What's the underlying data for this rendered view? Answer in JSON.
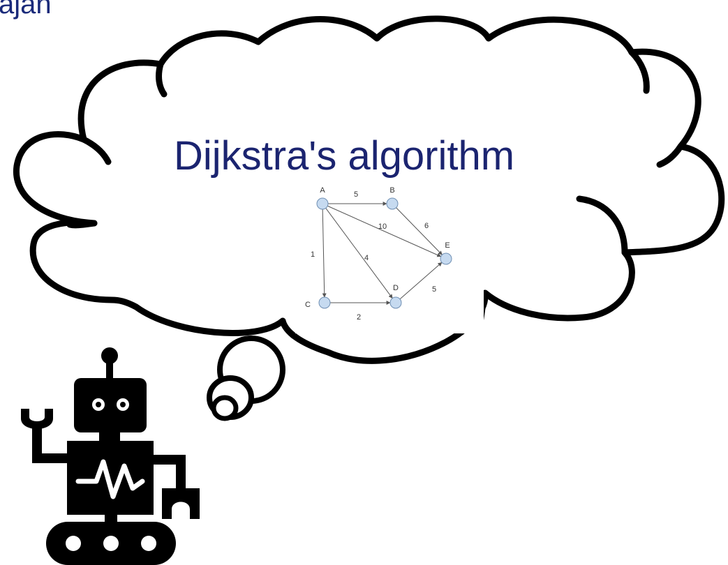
{
  "corner_text": "ajan",
  "cloud": {
    "title": "Dijkstra's algorithm"
  },
  "graph": {
    "nodes": [
      {
        "id": "A",
        "label": "A"
      },
      {
        "id": "B",
        "label": "B"
      },
      {
        "id": "C",
        "label": "C"
      },
      {
        "id": "D",
        "label": "D"
      },
      {
        "id": "E",
        "label": "E"
      }
    ],
    "edges": [
      {
        "from": "A",
        "to": "B",
        "weight": "5"
      },
      {
        "from": "A",
        "to": "E",
        "weight": "10"
      },
      {
        "from": "A",
        "to": "D",
        "weight": "4"
      },
      {
        "from": "A",
        "to": "C",
        "weight": "1"
      },
      {
        "from": "B",
        "to": "E",
        "weight": "6"
      },
      {
        "from": "C",
        "to": "D",
        "weight": "2"
      },
      {
        "from": "D",
        "to": "E",
        "weight": "5"
      }
    ],
    "node_fill": "#c6daf0",
    "node_stroke": "#6f8fb3"
  },
  "robot": {
    "icon": "robot-icon",
    "color": "#000000"
  }
}
